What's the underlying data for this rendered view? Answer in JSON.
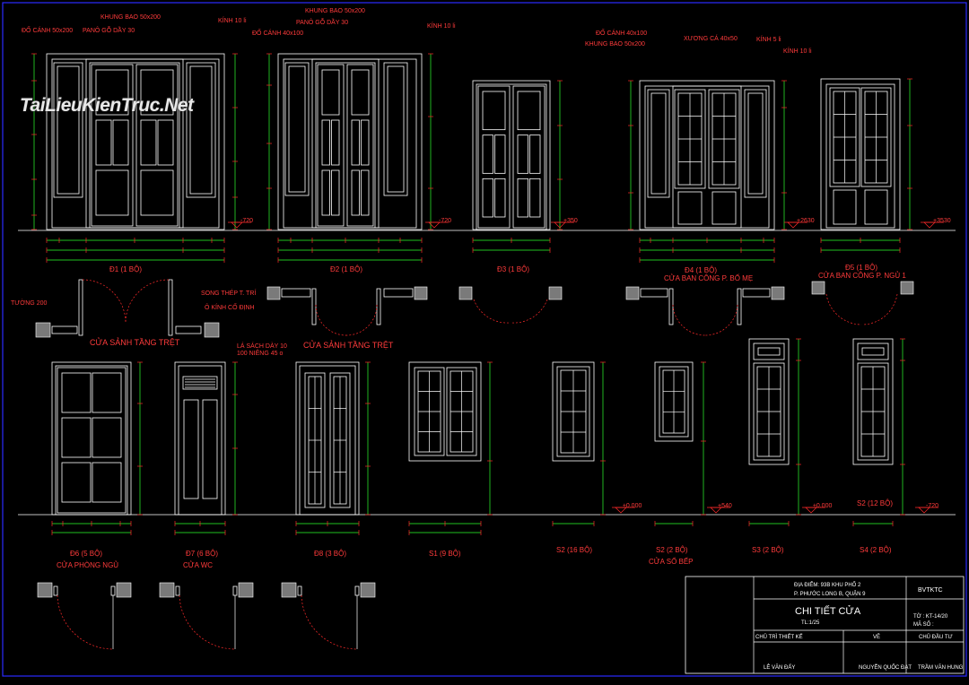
{
  "watermark": "TaiLieuKienTruc.Net",
  "callouts": {
    "d1": [
      "ĐỐ CÁNH 50x200",
      "KHUNG BAO 50x200",
      "PANÔ GỖ DẦY 30",
      "KÍNH 10 li"
    ],
    "d2": [
      "KHUNG BAO 50x200",
      "PANÔ GỖ DẦY 30",
      "ĐỐ CÁNH 40x100",
      "KÍNH 10 li"
    ],
    "d4": [
      "ĐỐ CÁNH 40x100",
      "KHUNG BAO 50x200",
      "XƯƠNG CÁ 40x50",
      "KÍNH 5 li",
      "KÍNH 10 li"
    ],
    "plan": [
      "TƯỜNG 200",
      "SONG THÉP T. TRÍ",
      "Ô KÍNH CỐ ĐỊNH"
    ],
    "d7": [
      "LÁ SÁCH DÀY 10",
      "100 NIÊNG 45 o"
    ]
  },
  "captions": {
    "d1": "Đ1 (1 BỘ)",
    "d2": "Đ2 (1 BỘ)",
    "d3": "Đ3 (1 BỘ)",
    "d4": "Đ4 (1 BỘ)",
    "d4_sub": "CỬA BAN CÔNG P. BỐ MẸ",
    "d5": "Đ5 (1 BỘ)",
    "d5_sub": "CỬA BAN CÔNG P. NGỦ 1",
    "sanh1": "CỬA SẢNH TẦNG TRỆT",
    "sanh2": "CỬA SẢNH TẦNG TRỆT",
    "d6": "Đ6 (5 BỘ)",
    "d6_sub": "CỬA PHÒNG NGỦ",
    "d7": "Đ7 (6 BỘ)",
    "d7_sub": "CỬA WC",
    "d8": "Đ8 (3 BỘ)",
    "s1": "S1 (9 BỘ)",
    "s2a": "S2 (16 BỘ)",
    "s2b": "S2 (2 BỘ)",
    "s2b_sub": "CỬA SỔ BẾP",
    "s3": "S3 (2 BỘ)",
    "s4": "S4 (2 BỘ)",
    "s2c": "S2 (12 BỘ)"
  },
  "levels": {
    "d1": "-720",
    "d2": "-720",
    "d3": "+350",
    "d4": "+2630",
    "d5": "+3530",
    "s1": "±0.000",
    "s2": "+540",
    "s3": "±0.000",
    "s4": "-720"
  },
  "title_block": {
    "location_1": "ĐỊA ĐIỂM: 93B KHU PHỐ 2",
    "location_2": "P. PHƯỚC LONG B, QUẬN 9",
    "code": "BVTKTC",
    "title": "CHI TIẾT CỬA",
    "scale": "TL:1/25",
    "sheet": "TỜ : KT-14/20",
    "ma_so": "MÃ SỐ :",
    "col1": "CHỦ TRÌ THIẾT KẾ",
    "col2": "VẼ",
    "col3": "CHỦ ĐẦU TƯ",
    "name1": "LÊ VĂN ĐẤY",
    "name2": "NGUYỄN QUỐC ĐẠT",
    "name3": "TRẦM VĂN HUNG"
  }
}
